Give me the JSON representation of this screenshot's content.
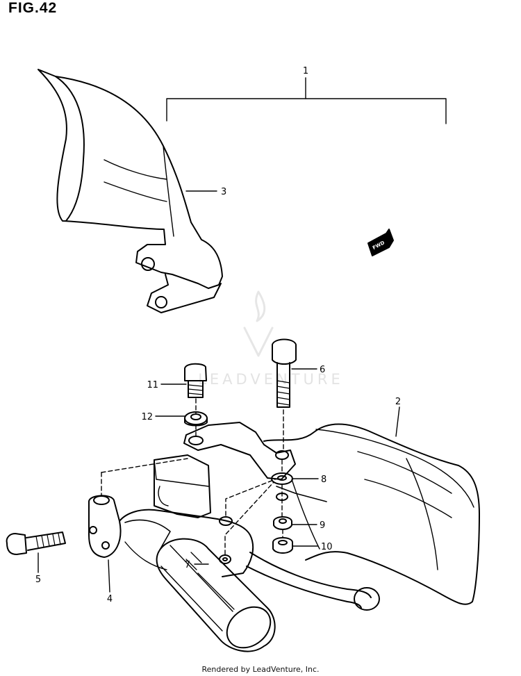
{
  "figure": {
    "title": "FIG.42",
    "footer": "Rendered by LeadVenture, Inc.",
    "watermark": "LEADVENTURE",
    "fwd_label": "FWD"
  },
  "callouts": [
    {
      "id": "1",
      "label": "1"
    },
    {
      "id": "2",
      "label": "2"
    },
    {
      "id": "3",
      "label": "3"
    },
    {
      "id": "4",
      "label": "4"
    },
    {
      "id": "5",
      "label": "5"
    },
    {
      "id": "6",
      "label": "6"
    },
    {
      "id": "7",
      "label": "7"
    },
    {
      "id": "8",
      "label": "8"
    },
    {
      "id": "9",
      "label": "9"
    },
    {
      "id": "10",
      "label": "10"
    },
    {
      "id": "11",
      "label": "11"
    },
    {
      "id": "12",
      "label": "12"
    }
  ]
}
